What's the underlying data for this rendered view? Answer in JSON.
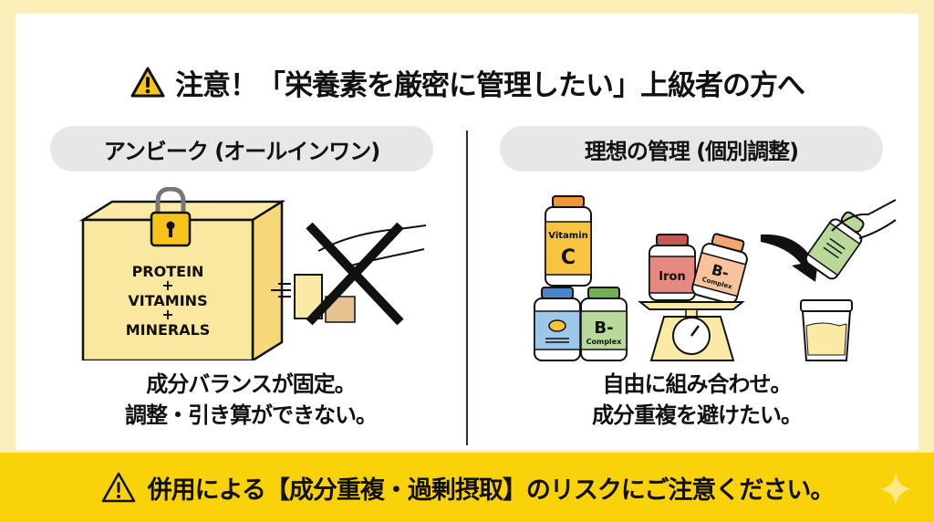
{
  "header": {
    "icon": "warning-triangle-icon",
    "title": "注意！「栄養素を厳密に管理したい」上級者の方へ"
  },
  "left_panel": {
    "label": "アンビーク (オールインワン)",
    "box_label_lines": [
      "PROTEIN",
      "+",
      "VITAMINS",
      "+",
      "MINERALS"
    ],
    "icons": [
      "locked-box-icon",
      "padlock-icon",
      "crossed-out-hand-icon"
    ],
    "caption_lines": [
      "成分バランスが固定。",
      "調整・引き算ができない。"
    ]
  },
  "right_panel": {
    "label": "理想の管理 (個別調整)",
    "bottles": [
      {
        "label": "Vitamin",
        "sub": "C",
        "color": "#f7c440",
        "cap": "#f0943a"
      },
      {
        "label": "",
        "sub": "",
        "color": "#9cc7e8",
        "cap": "#4e84c4"
      },
      {
        "label": "B-",
        "sub": "Complex",
        "color": "#b9d99b",
        "cap": "#6fae5a"
      },
      {
        "label": "Iron",
        "sub": "",
        "color": "#e68a80",
        "cap": "#c55a55"
      },
      {
        "label": "B-",
        "sub": "Complex",
        "color": "#f8c29a",
        "cap": "#f0a870"
      }
    ],
    "icons": [
      "scale-icon",
      "arrow-icon",
      "hand-pouring-bottle-icon",
      "shaker-cup-icon"
    ],
    "caption_lines": [
      "自由に組み合わせ。",
      "成分重複を避けたい。"
    ]
  },
  "footer": {
    "icon": "warning-outline-icon",
    "text": "併用による【成分重複・過剰摂取】のリスクにご注意ください。",
    "sparkle_icon": "sparkle-icon"
  },
  "colors": {
    "background": "#fbeeb8",
    "banner": "#fad20a",
    "pill": "#e7e7e7",
    "warning_yellow": "#f7c41a"
  }
}
